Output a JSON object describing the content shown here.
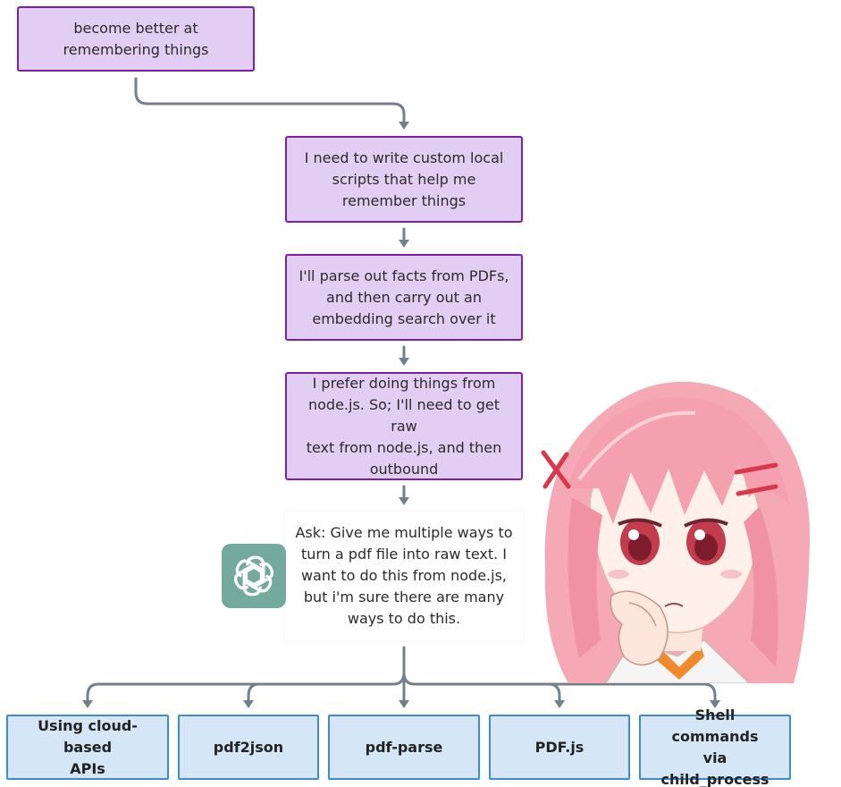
{
  "diagram": {
    "nodes": [
      {
        "id": "goal",
        "text": "become better at\nremembering things"
      },
      {
        "id": "scripts",
        "text": "I need to write custom local\nscripts that help me\nremember things"
      },
      {
        "id": "parse",
        "text": "I'll parse out facts from PDFs,\nand then carry out an\nembedding search over it"
      },
      {
        "id": "nodejs",
        "text": "I prefer doing things from\nnode.js. So; I'll need to get raw\ntext from node.js, and then\noutbound"
      },
      {
        "id": "ask",
        "text": "Ask: Give me multiple ways to\nturn a pdf file into raw text. I\nwant to do this from node.js,\nbut i'm sure there are many\nways to do this."
      }
    ],
    "options": [
      {
        "id": "cloud",
        "text": "Using cloud-based\nAPIs"
      },
      {
        "id": "pdf2json",
        "text": "pdf2json"
      },
      {
        "id": "pdfparse",
        "text": "pdf-parse"
      },
      {
        "id": "pdfjs",
        "text": "PDF.js"
      },
      {
        "id": "shell",
        "text": "Shell commands\nvia child_process"
      }
    ],
    "colors": {
      "thought_fill": "#e2cdf3",
      "thought_border": "#7d1fa6",
      "option_fill": "#d5e6f6",
      "option_border": "#3f8bd3",
      "connector": "#73808c",
      "chatgpt_green": "#74aa9c"
    },
    "icons": {
      "chatgpt": "openai-logo-icon",
      "character": "anime-girl-thinking-illustration"
    }
  }
}
